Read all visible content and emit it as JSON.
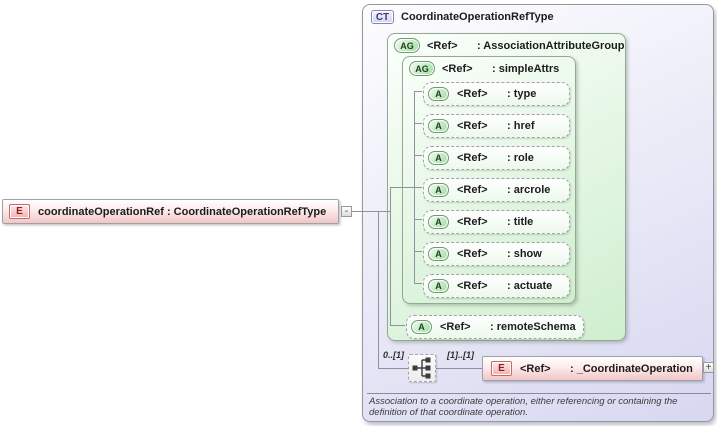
{
  "element": {
    "badge": "E",
    "label": "coordinateOperationRef : CoordinateOperationRefType",
    "collapse_toggle": "-"
  },
  "complex_type": {
    "badge": "CT",
    "title": "CoordinateOperationRefType",
    "association_attribute_group": {
      "badge": "AG",
      "ref_label": "<Ref>",
      "name": ": AssociationAttributeGroup",
      "simple_attrs": {
        "badge": "AG",
        "ref_label": "<Ref>",
        "name": ": simpleAttrs",
        "attributes": [
          {
            "badge": "A",
            "ref_label": "<Ref>",
            "name": ": type"
          },
          {
            "badge": "A",
            "ref_label": "<Ref>",
            "name": ": href"
          },
          {
            "badge": "A",
            "ref_label": "<Ref>",
            "name": ": role"
          },
          {
            "badge": "A",
            "ref_label": "<Ref>",
            "name": ": arcrole"
          },
          {
            "badge": "A",
            "ref_label": "<Ref>",
            "name": ": title"
          },
          {
            "badge": "A",
            "ref_label": "<Ref>",
            "name": ": show"
          },
          {
            "badge": "A",
            "ref_label": "<Ref>",
            "name": ": actuate"
          }
        ]
      },
      "remote_schema": {
        "badge": "A",
        "ref_label": "<Ref>",
        "name": ": remoteSchema"
      }
    },
    "content_row": {
      "cardinality_left": "0..[1]",
      "cardinality_right": "[1]..[1]",
      "sequence_icon": "sequence-compositor",
      "child_element": {
        "badge": "E",
        "ref_label": "<Ref>",
        "name": ": _CoordinateOperation",
        "expand_toggle": "+"
      }
    },
    "annotation": "Association to a coordinate operation, either referencing or containing the definition of that coordinate operation."
  },
  "colors": {
    "element_pink": "#f2c6c6",
    "element_badge_border": "#c46a6a",
    "group_green": "#9ddc9d",
    "group_fill": "#e3f6e3",
    "complextype_lavender": "#d7d7f1",
    "connector_gray": "#90909e",
    "annotation_text": "#3c3c3c"
  }
}
